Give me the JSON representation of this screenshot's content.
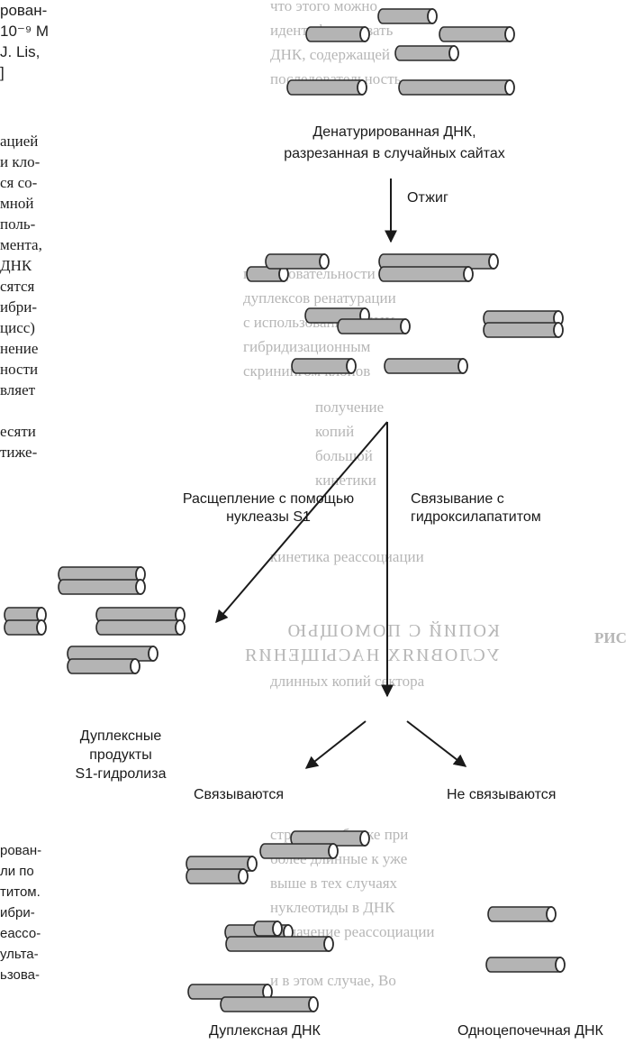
{
  "left_text": {
    "top": [
      "рован-",
      "10⁻⁹ М",
      "J. Lis,",
      "]"
    ],
    "middle": [
      "ацией",
      "и кло-",
      "ся со-",
      "мной",
      "поль-",
      "мента,",
      "ДНК",
      "сятся",
      "ибри-",
      "цисс)",
      "нение",
      "ности",
      "вляет",
      "",
      "есяти",
      "тиже-"
    ],
    "bottom": [
      "рован-",
      "ли по",
      "титом.",
      "ибри-",
      "еассо-",
      "ульта-",
      "ьзова-"
    ]
  },
  "background_text": {
    "block1": [
      "что этого можно",
      "идентифицировать",
      "ДНК, содержащей",
      "последовательность"
    ],
    "block2": [
      "последовательности",
      "дуплексов ренатурации",
      "с использованием ДНК",
      "гибридизационным",
      "скринингом клонов"
    ],
    "block3": [
      "получение",
      "копий",
      "большой",
      "кинетики"
    ],
    "block4": [
      "кинетика реассоциации"
    ],
    "block5": [
      "КОПИЙ С ПОМОЩЬЮ",
      "УСЛОВИЯХ НАСЫЩЕНИЯ"
    ],
    "block5_right": "РИС",
    "block6": [
      "длинных копий сектора"
    ],
    "block7": [
      "строго в избытке при",
      "более длинные к уже",
      "выше в тех случаях",
      "нуклеотиды в ДНК",
      "и значение реассоциации",
      "",
      "и в этом случае, Во"
    ]
  },
  "diagram": {
    "label_denatured": [
      "Денатурированная ДНК,",
      "разрезанная  в случайных сайтах"
    ],
    "label_annealing": "Отжиг",
    "label_s1": [
      "Расщепление с помощью",
      "нуклеазы  S1"
    ],
    "label_hydroxyapatite": [
      "Связывание с",
      "гидроксилапатитом"
    ],
    "label_s1_products": [
      "Дуплексные",
      "продукты",
      "S1-гидролиза"
    ],
    "label_bound": "Связываются",
    "label_unbound": "Не связываются",
    "label_duplex_dna": "Дуплексная  ДНК",
    "label_single_dna": "Одноцепочечная ДНК"
  },
  "colors": {
    "tube_fill": "#b4b4b4",
    "tube_stroke": "#2b2b2b",
    "arrow": "#1a1a1a",
    "text": "#1a1a1a",
    "ghost_text": "#b6b6b6"
  }
}
